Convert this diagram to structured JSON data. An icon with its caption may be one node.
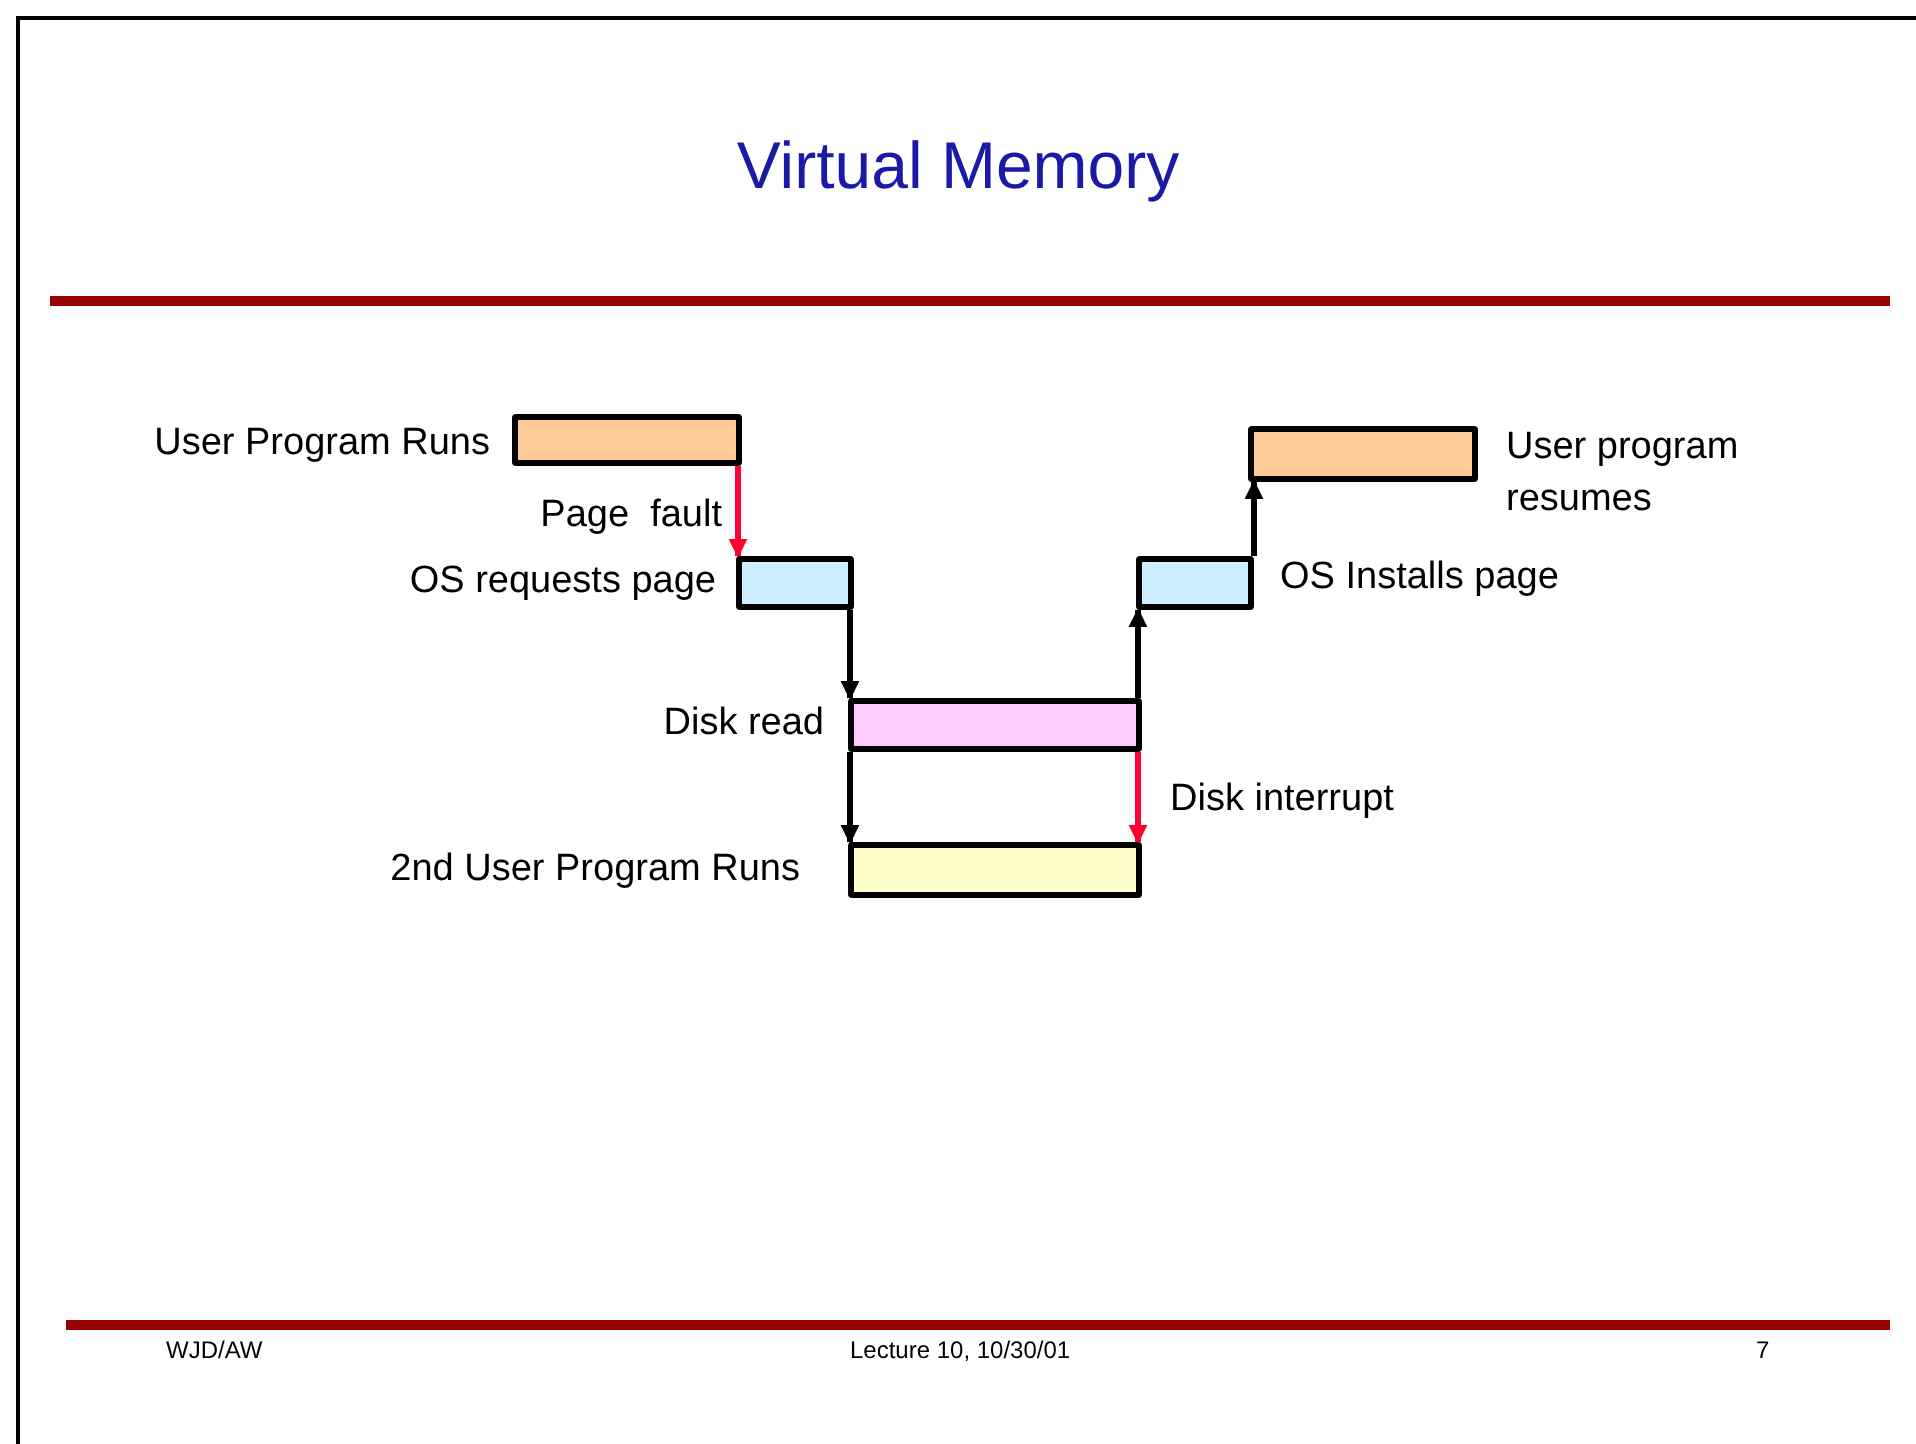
{
  "diagram": {
    "title": "Virtual Memory",
    "nodes": [
      {
        "text": [],
        "shape": "bar",
        "beside": [
          "User Program Runs"
        ]
      },
      {
        "text": [],
        "shape": "bar",
        "beside": [
          "OS requests page"
        ]
      },
      {
        "text": [],
        "shape": "bar",
        "beside": [
          "Disk read"
        ]
      },
      {
        "text": [],
        "shape": "bar",
        "beside": [
          "2nd User Program Runs"
        ]
      },
      {
        "text": [],
        "shape": "bar",
        "beside": [
          "OS Installs page"
        ]
      },
      {
        "text": [],
        "shape": "bar",
        "beside": [
          "User program resumes"
        ]
      }
    ],
    "edges": [
      {
        "from": 0,
        "to": 1,
        "arrow": "to",
        "label": "Page  fault",
        "color": "#ff0033"
      },
      {
        "from": 1,
        "to": 2,
        "arrow": "to"
      },
      {
        "from": 2,
        "to": 3,
        "arrow": "to"
      },
      {
        "from": 2,
        "to": 3,
        "arrow": "to",
        "label": "Disk interrupt",
        "color": "#ff0033"
      },
      {
        "from": 2,
        "to": 4,
        "arrow": "to"
      },
      {
        "from": 4,
        "to": 5,
        "arrow": "to"
      }
    ],
    "labels": [
      "WJD/AW",
      "Lecture 10, 10/30/01",
      "7"
    ]
  }
}
